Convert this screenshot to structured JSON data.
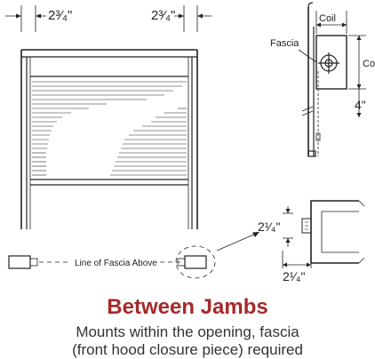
{
  "dimensions": {
    "left_top": "2³⁄₄\"",
    "right_top": "2³⁄₄\"",
    "side_height": "4\"",
    "detail_vertical": "2¹⁄₄\"",
    "detail_horizontal": "2¹⁄₄\""
  },
  "labels": {
    "coil": "Coil",
    "fascia": "Fascia",
    "coil_height_partial": "Co",
    "line_of_fascia": "Line of Fascia Above"
  },
  "caption": {
    "title": "Between Jambs",
    "line1": "Mounts within the opening, fascia",
    "line2": "(front hood closure piece) required"
  },
  "colors": {
    "title": "#a52a2a",
    "line": "#222222",
    "text": "#333333"
  }
}
